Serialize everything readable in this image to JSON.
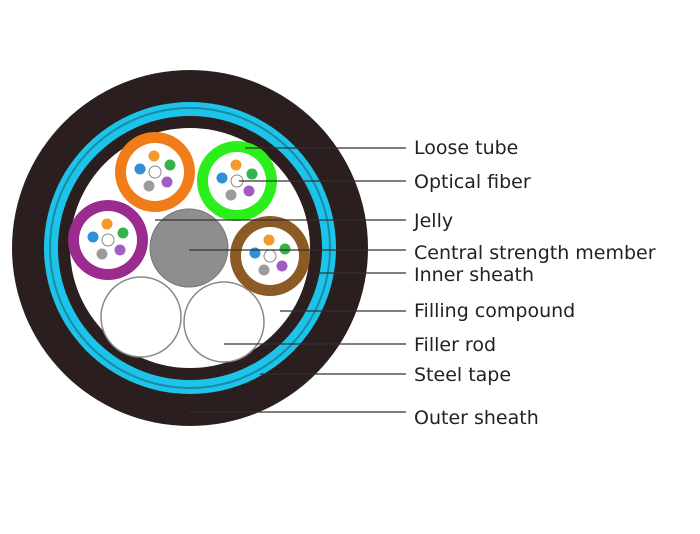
{
  "labels": {
    "loose_tube": "Loose tube",
    "optical_fiber": "Optical fiber",
    "jelly": "Jelly",
    "central_strength_member": "Central strength member",
    "inner_sheath": "Inner sheath",
    "filling_compound": "Filling compound",
    "filler_rod": "Filler rod",
    "steel_tape": "Steel tape",
    "outer_sheath": "Outer sheath"
  },
  "colors": {
    "outer_sheath": "#2a1e1e",
    "steel_tape": "#1cc4ea",
    "steel_tape_stripe": "#1b8aa5",
    "inner_sheath": "#2a1e1e",
    "filling_compound": "#ffffff",
    "central_strength_member": "#8e8e8e",
    "tube_orange": "#f07d1a",
    "tube_green": "#2bef1a",
    "tube_purple": "#9c2b8f",
    "tube_brown": "#8c5a25"
  },
  "fiber_colors": [
    "#f39a2b",
    "#36b24a",
    "#2f8fd8",
    "#ffffff",
    "#a45cc4",
    "#9b9b9b"
  ]
}
